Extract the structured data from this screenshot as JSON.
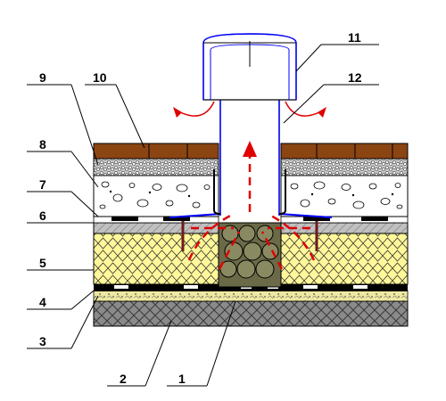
{
  "labels": {
    "l1": "1",
    "l2": "2",
    "l3": "3",
    "l4": "4",
    "l5": "5",
    "l6": "6",
    "l7": "7",
    "l8": "8",
    "l9": "9",
    "l10": "10",
    "l11": "11",
    "l12": "12"
  },
  "colors": {
    "concrete": "#888888",
    "insulation": "#fff799",
    "tile": "#8b4513",
    "gravel_fill": "#7a7a5a",
    "vent": "#ffffff",
    "vent_stroke": "#0000ff",
    "airflow": "#e00000",
    "membrane": "#000000"
  }
}
